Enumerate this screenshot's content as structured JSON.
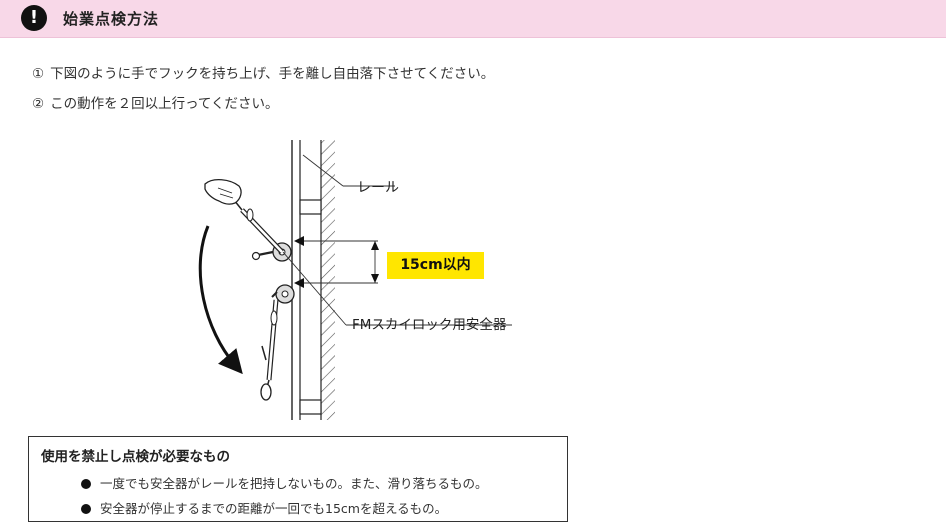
{
  "header": {
    "badge": "!",
    "title": "始業点検方法"
  },
  "steps": [
    {
      "num": "①",
      "text": "下図のように手でフックを持ち上げ、手を離し自由落下させてください。"
    },
    {
      "num": "②",
      "text": "この動作を２回以上行ってください。"
    }
  ],
  "diagram": {
    "rail_label": "レール",
    "distance_label": "15cm以内",
    "device_label": "FMスカイロック用安全器"
  },
  "warning": {
    "title": "使用を禁止し点検が必要なもの",
    "items": [
      "一度でも安全器がレールを把持しないもの。また、滑り落ちるもの。",
      "安全器が停止するまでの距離が一回でも15cmを超えるもの。"
    ]
  },
  "colors": {
    "header_bg": "#f8d8e8",
    "callout_bg": "#ffe600"
  }
}
